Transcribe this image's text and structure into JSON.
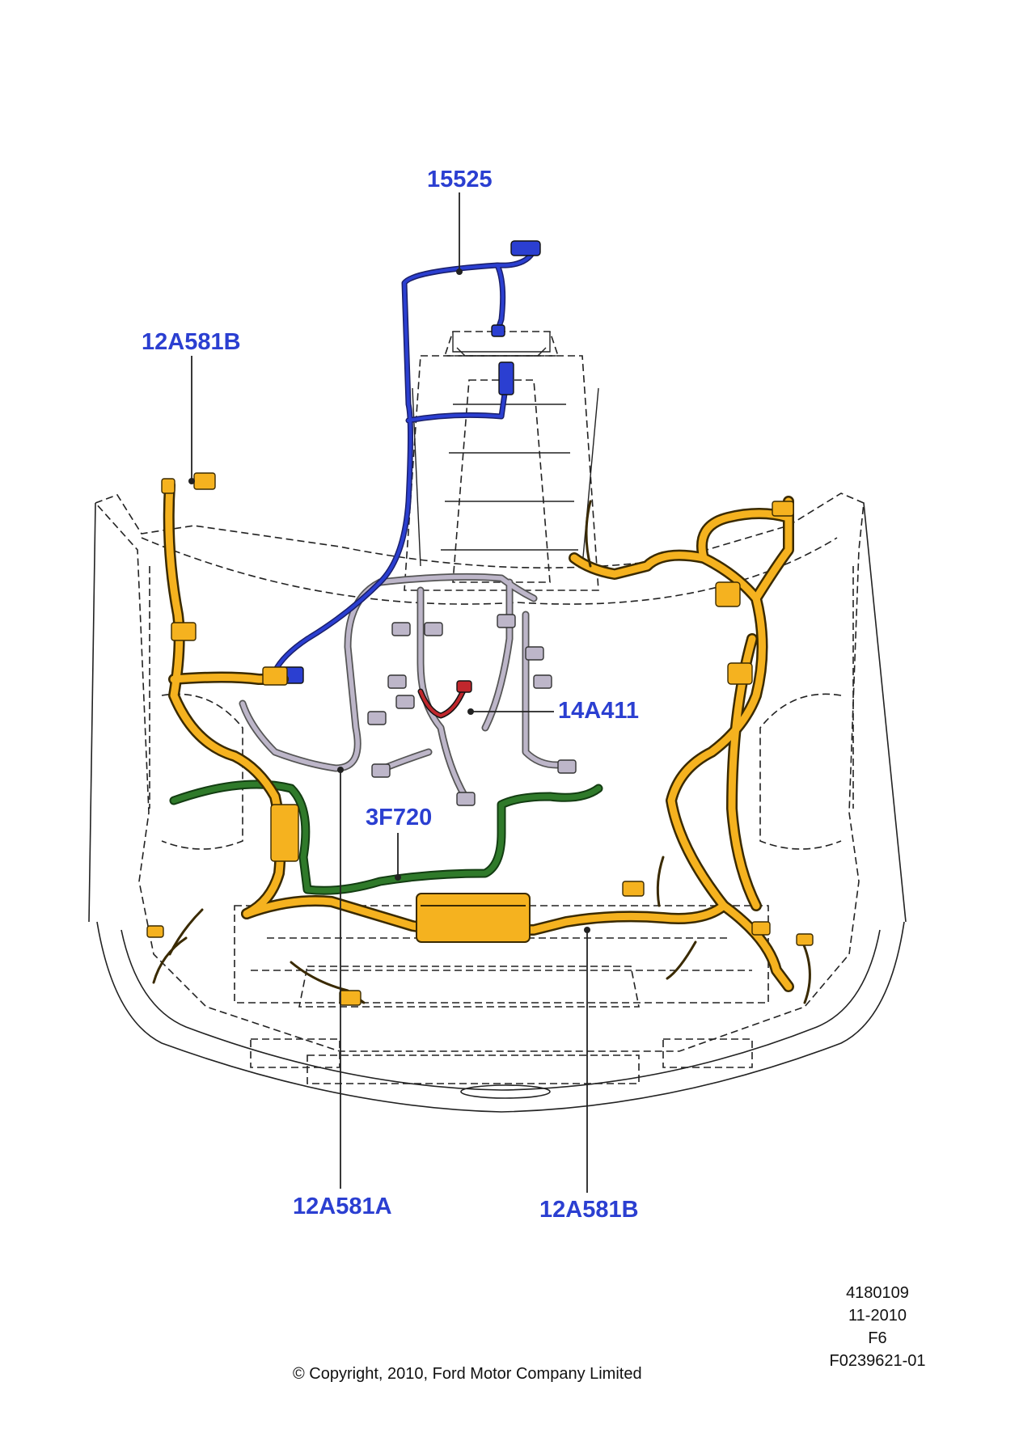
{
  "callouts": {
    "c15525": "15525",
    "c12A581B_top": "12A581B",
    "c14A411": "14A411",
    "c3F720": "3F720",
    "c12A581A": "12A581A",
    "c12A581B_bottom": "12A581B"
  },
  "reference": {
    "illustration_number": "4180109",
    "date": "11-2010",
    "variant": "F6",
    "figure_id": "F0239621-01"
  },
  "copyright": "© Copyright, 2010, Ford Motor Company Limited",
  "colors": {
    "callout_text": "#2b3fd1",
    "harness_orange": "#f5b21f",
    "harness_blue": "#2b3fd1",
    "harness_grey": "#bdb6c9",
    "harness_green": "#2f7a2a",
    "harness_red": "#c0272d",
    "outline": "#222222"
  }
}
